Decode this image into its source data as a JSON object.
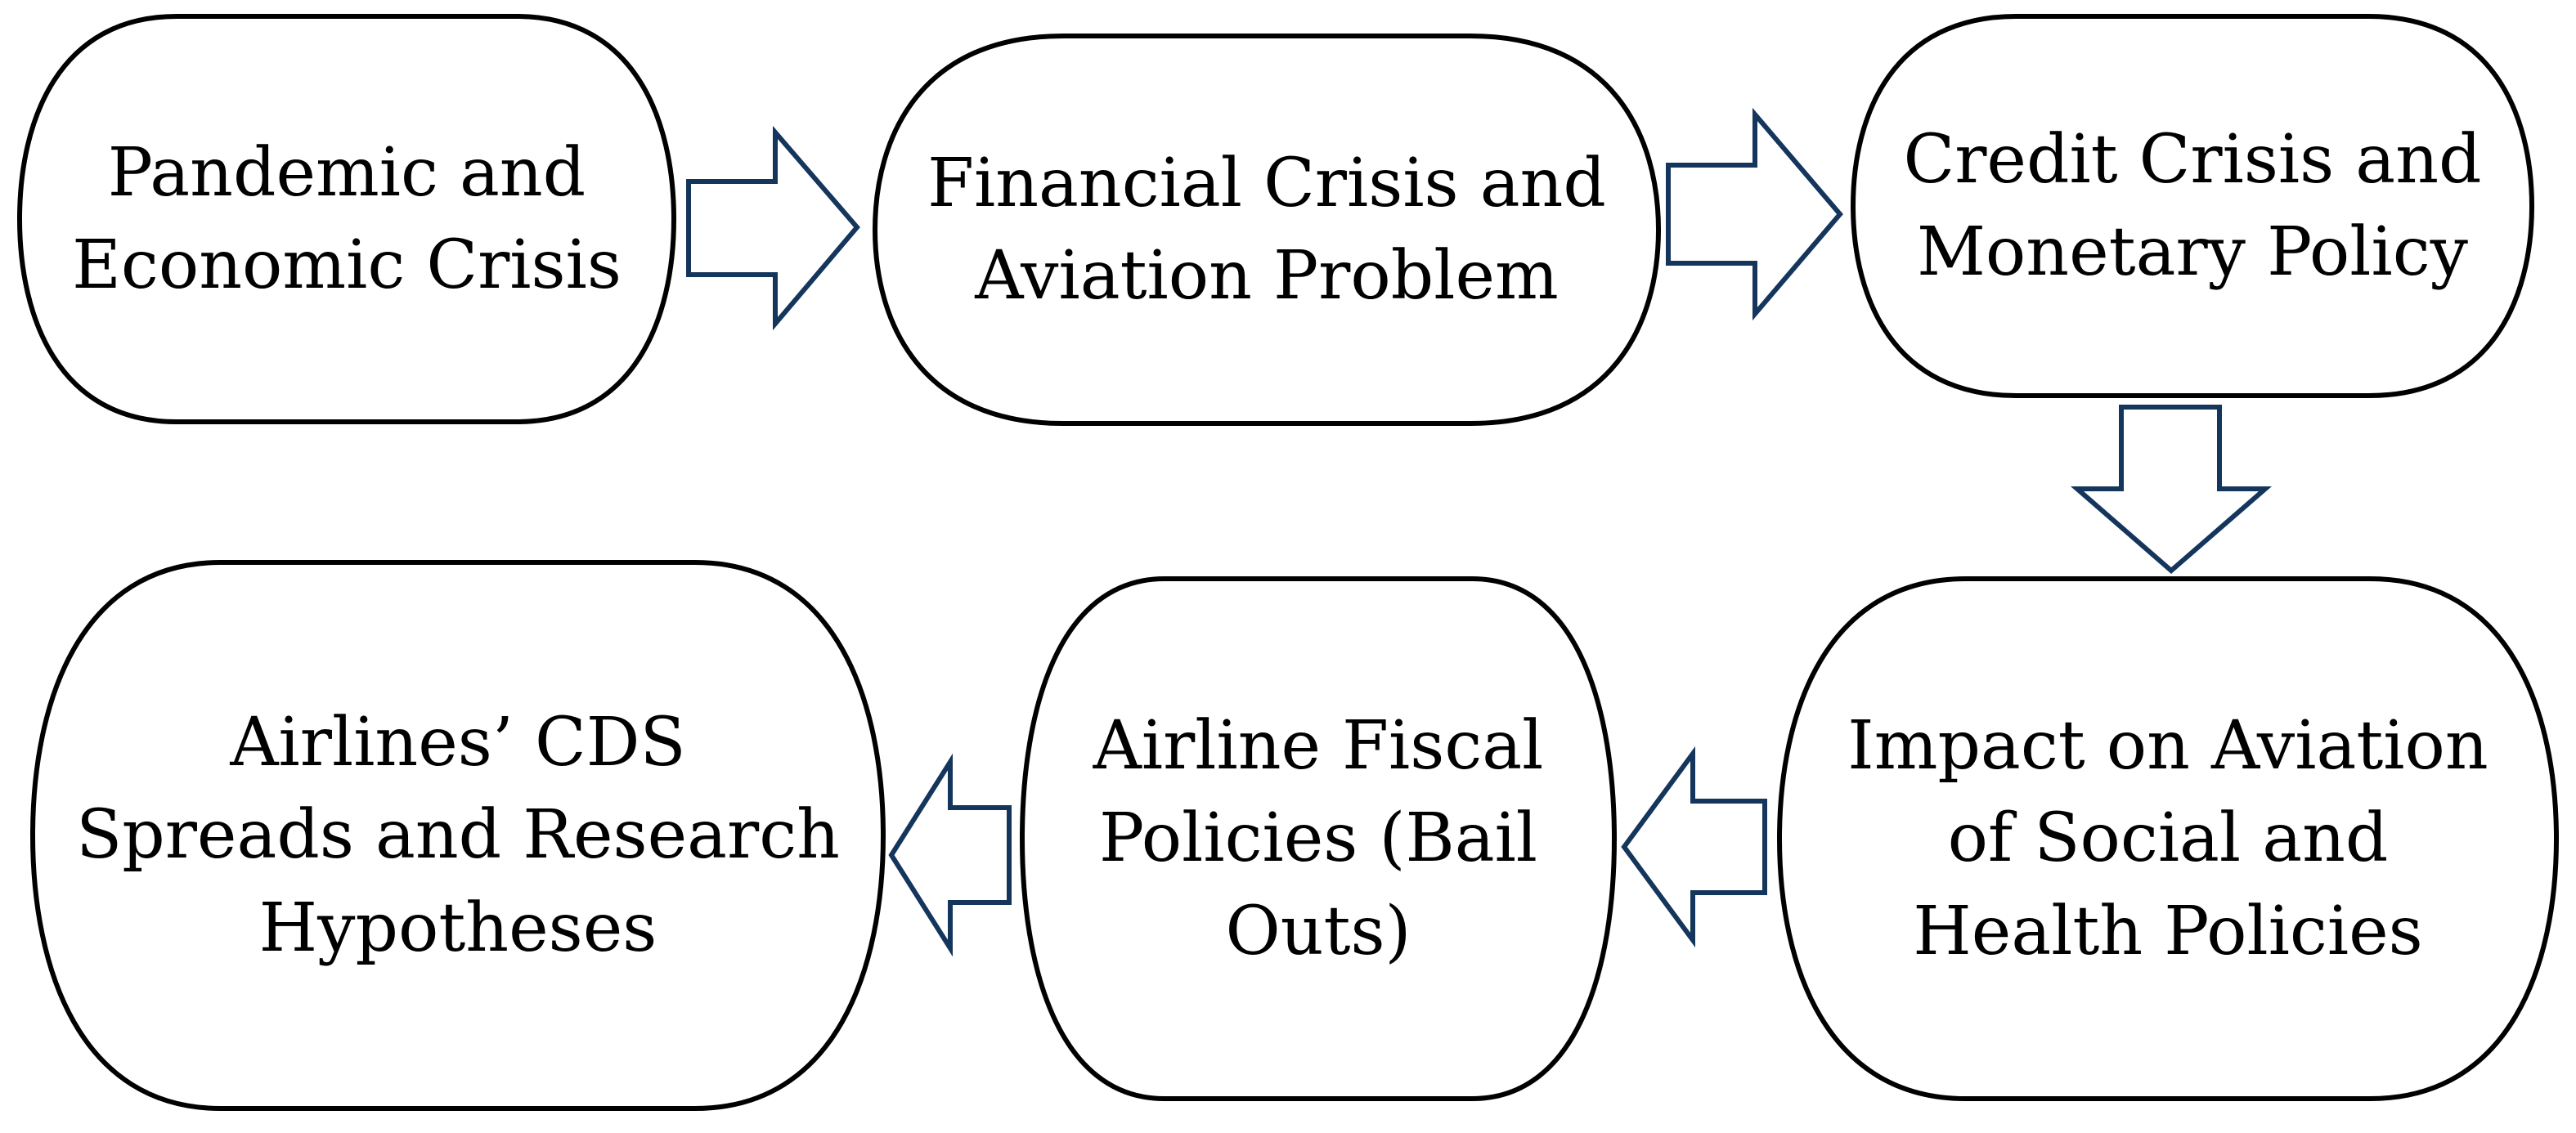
{
  "colors": {
    "node_border": "#000000",
    "node_fill": "#ffffff",
    "arrow_stroke": "#15365c",
    "arrow_fill": "#ffffff",
    "text": "#000000"
  },
  "nodes": [
    {
      "id": "pandemic",
      "lines": [
        "Pandemic and",
        "Economic Crisis"
      ]
    },
    {
      "id": "financial",
      "lines": [
        "Financial Crisis and",
        "Aviation Problem"
      ]
    },
    {
      "id": "credit",
      "lines": [
        "Credit Crisis and",
        "Monetary Policy"
      ]
    },
    {
      "id": "impact",
      "lines": [
        "Impact on Aviation",
        "of Social and",
        "Health Policies"
      ]
    },
    {
      "id": "fiscal",
      "lines": [
        "Airline Fiscal",
        "Policies (Bail",
        "Outs)"
      ]
    },
    {
      "id": "cds",
      "lines": [
        "Airlines’ CDS",
        "Spreads and Research",
        "Hypotheses"
      ]
    }
  ],
  "arrows": [
    {
      "from": "pandemic",
      "to": "financial",
      "direction": "right"
    },
    {
      "from": "financial",
      "to": "credit",
      "direction": "right"
    },
    {
      "from": "credit",
      "to": "impact",
      "direction": "down"
    },
    {
      "from": "impact",
      "to": "fiscal",
      "direction": "left"
    },
    {
      "from": "fiscal",
      "to": "cds",
      "direction": "left"
    }
  ]
}
